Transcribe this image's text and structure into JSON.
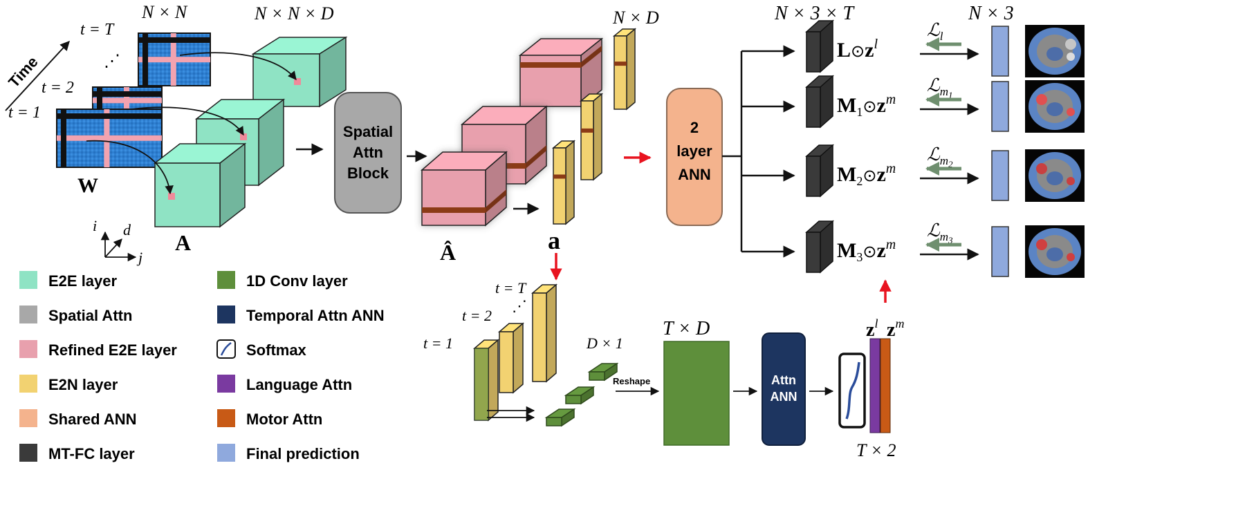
{
  "colors": {
    "e2e": "#8fe3c4",
    "spatial": "#a8a8a8",
    "refined": "#e8a0ad",
    "e2n": "#f2d271",
    "shared": "#f4b38d",
    "mtfc": "#3a3a3a",
    "conv1d": "#5e8f3b",
    "temporal": "#1d3560",
    "language": "#7a3aa0",
    "motor": "#c85a16",
    "final": "#8fa9dd",
    "stripe": "#8b3a16",
    "matrix": "#2f7fd0",
    "red_arrow": "#e8131f",
    "green_arrow": "#6f8f6f"
  },
  "labels": {
    "time_axis": "Time",
    "t_T": "t = T",
    "t_2": "t = 2",
    "t_1": "t = 1",
    "dots": "⋰",
    "nxn": "N × N",
    "nxnxd": "N × N × D",
    "W": "W",
    "A": "A",
    "axis_i": "i",
    "axis_d": "d",
    "axis_j": "j",
    "spatial_block": [
      "Spatial",
      "Attn",
      "Block"
    ],
    "A_hat": "Â",
    "nxd": "N × D",
    "a_vec": "a",
    "ann_2layer": [
      "2",
      "layer",
      "ANN"
    ],
    "nx3xt": "N × 3 × T",
    "nx3": "N × 3",
    "heads": [
      {
        "mat": "L",
        "z": "z",
        "sup": "l"
      },
      {
        "mat": "M",
        "sub": "1",
        "z": "z",
        "sup": "m"
      },
      {
        "mat": "M",
        "sub": "2",
        "z": "z",
        "sup": "m"
      },
      {
        "mat": "M",
        "sub": "3",
        "z": "z",
        "sup": "m"
      }
    ],
    "odot": "⊙",
    "losses": [
      {
        "main": "ℒ",
        "sub": "l",
        "subsub": ""
      },
      {
        "main": "ℒ",
        "sub": "m",
        "subsub": "1"
      },
      {
        "main": "ℒ",
        "sub": "m",
        "subsub": "2"
      },
      {
        "main": "ℒ",
        "sub": "m",
        "subsub": "3"
      }
    ],
    "b_t_T": "t = T",
    "b_t_2": "t = 2",
    "b_t_1": "t = 1",
    "b_dots": "⋰",
    "dx1": "D × 1",
    "reshape": "Reshape",
    "txd": "T × D",
    "attn_ann": [
      "Attn",
      "ANN"
    ],
    "zl": "z",
    "zl_sup": "l",
    "zm": "z",
    "zm_sup": "m",
    "tx2": "T × 2"
  },
  "legend": [
    {
      "label": "E2E layer",
      "color": "#8fe3c4",
      "icon": "swatch"
    },
    {
      "label": "Spatial Attn",
      "color": "#a8a8a8",
      "icon": "swatch"
    },
    {
      "label": "Refined E2E layer",
      "color": "#e8a0ad",
      "icon": "swatch"
    },
    {
      "label": "E2N layer",
      "color": "#f2d271",
      "icon": "swatch"
    },
    {
      "label": "Shared ANN",
      "color": "#f4b38d",
      "icon": "swatch"
    },
    {
      "label": "MT-FC layer",
      "color": "#3a3a3a",
      "icon": "swatch"
    },
    {
      "label": "1D Conv layer",
      "color": "#5e8f3b",
      "icon": "swatch"
    },
    {
      "label": "Temporal Attn ANN",
      "color": "#1d3560",
      "icon": "swatch"
    },
    {
      "label": "Softmax",
      "color": "#ffffff",
      "icon": "softmax-icon"
    },
    {
      "label": "Language Attn",
      "color": "#7a3aa0",
      "icon": "swatch"
    },
    {
      "label": "Motor Attn",
      "color": "#c85a16",
      "icon": "swatch"
    },
    {
      "label": "Final prediction",
      "color": "#8fa9dd",
      "icon": "swatch"
    }
  ]
}
